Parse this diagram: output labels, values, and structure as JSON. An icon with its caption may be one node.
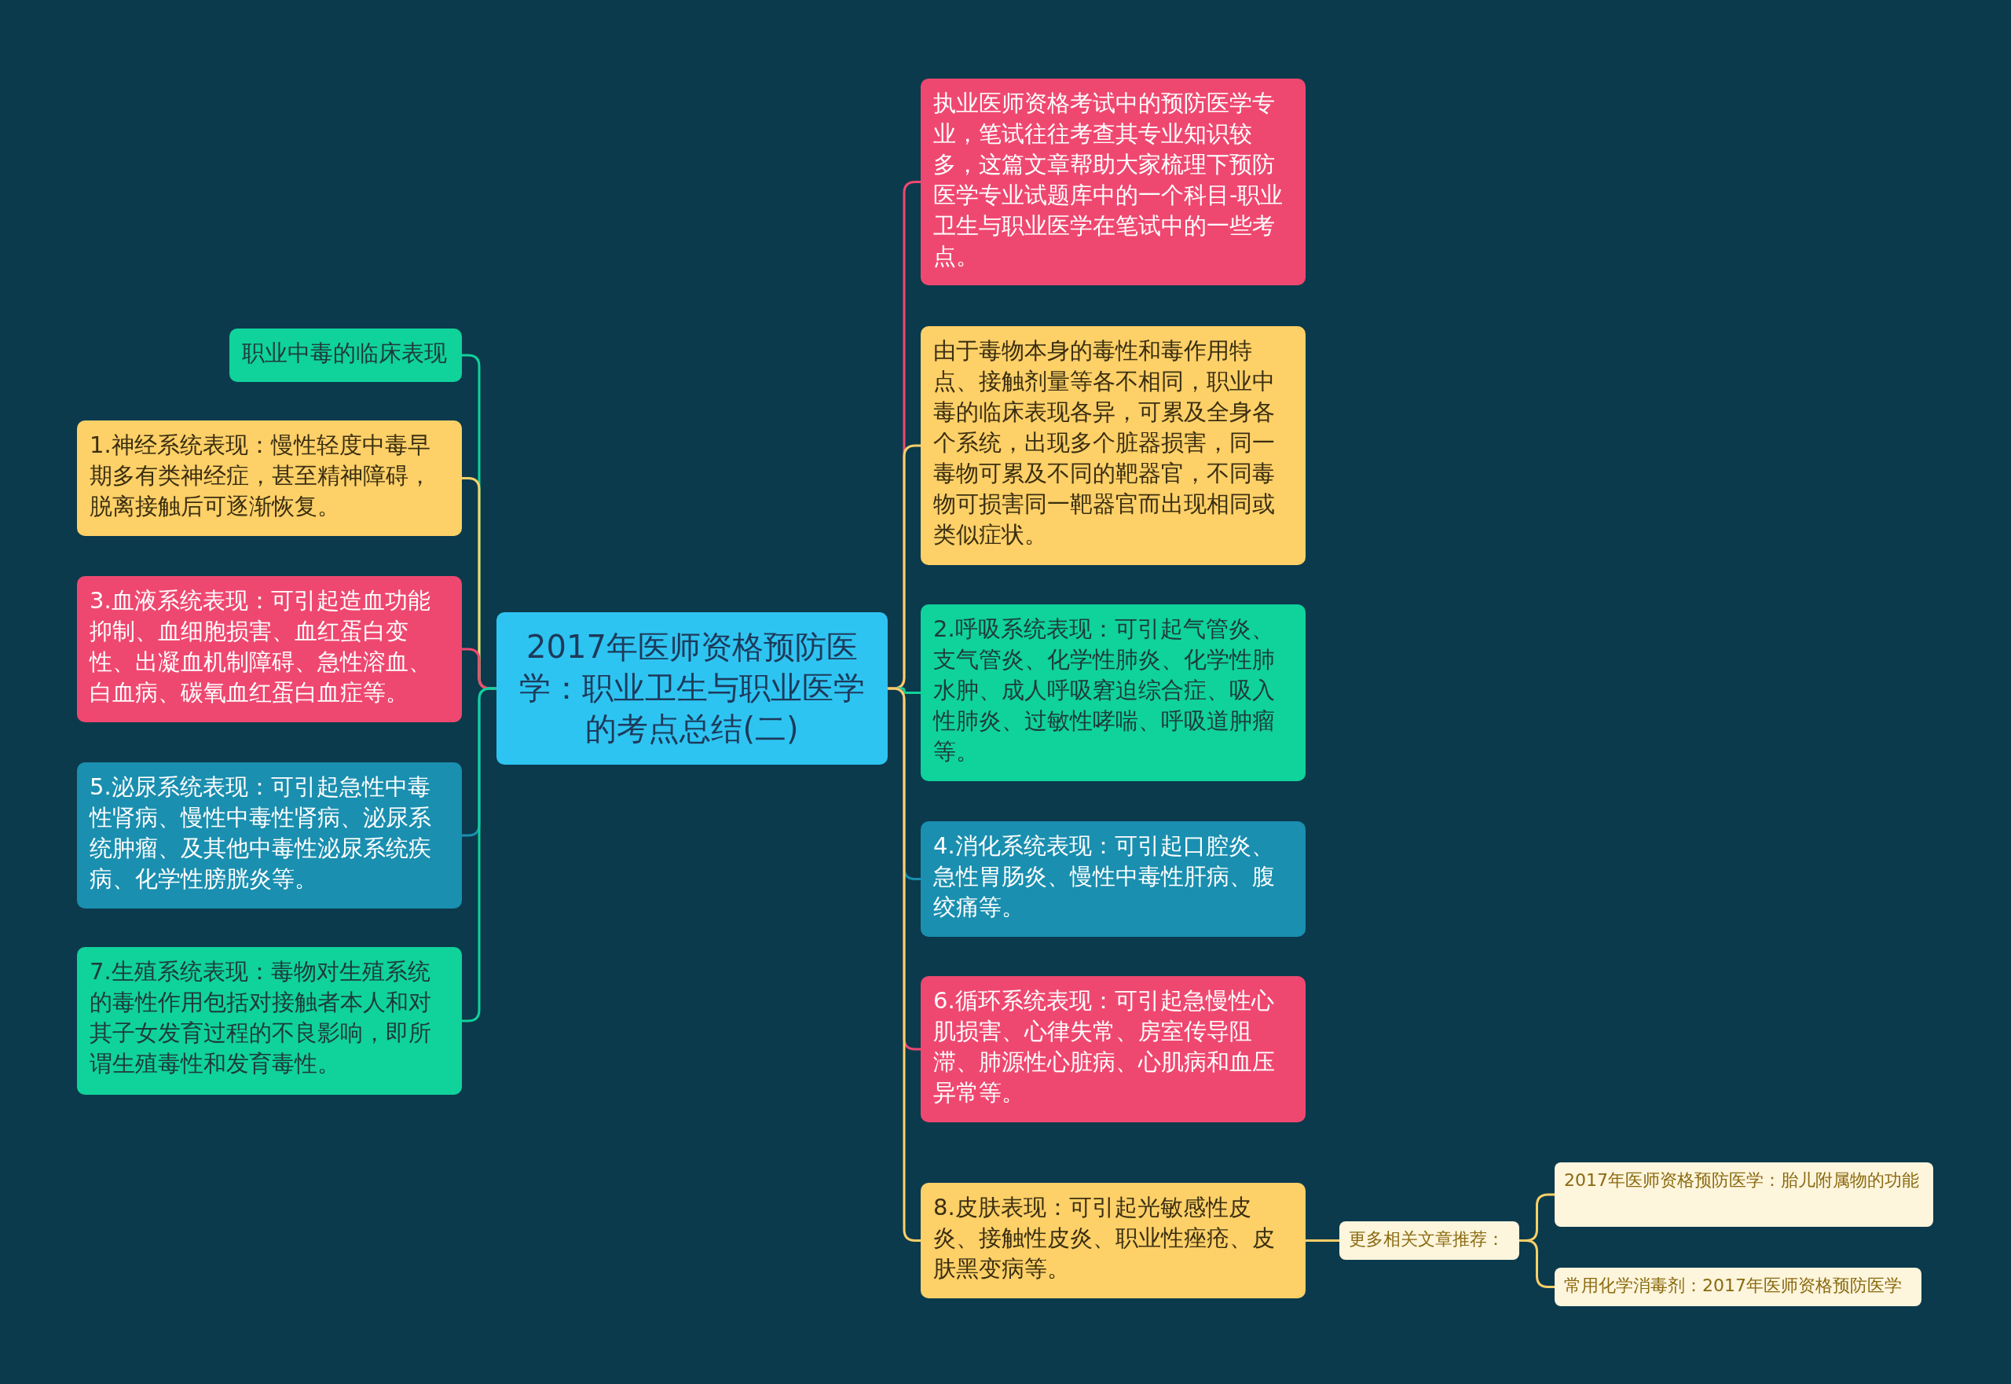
{
  "diagram": {
    "nodes": [
      {
        "text": [
          "2017年医师资格预防医学：职业卫生与职业医学的考点总结(二)"
        ]
      },
      {
        "text": [
          "职业中毒的临床表现"
        ]
      },
      {
        "text": [
          "1.神经系统表现：慢性轻度中毒早期多有类神经症，甚至精神障碍，脱离接触后可逐渐恢复。"
        ]
      },
      {
        "text": [
          "3.血液系统表现：可引起造血功能抑制、血细胞损害、血红蛋白变性、出凝血机制障碍、急性溶血、白血病、碳氧血红蛋白血症等。"
        ]
      },
      {
        "text": [
          "5.泌尿系统表现：可引起急性中毒性肾病、慢性中毒性肾病、泌尿系统肿瘤、及其他中毒性泌尿系统疾病、化学性膀胱炎等。"
        ]
      },
      {
        "text": [
          "7.生殖系统表现：毒物对生殖系统的毒性作用包括对接触者本人和对其子女发育过程的不良影响，即所谓生殖毒性和发育毒性。"
        ]
      },
      {
        "text": [
          "执业医师资格考试中的预防医学专业，笔试往往考查其专业知识较多，这篇文章帮助大家梳理下预防医学专业试题库中的一个科目-职业卫生与职业医学在笔试中的一些考点。"
        ]
      },
      {
        "text": [
          "由于毒物本身的毒性和毒作用特点、接触剂量等各不相同，职业中毒的临床表现各异，可累及全身各个系统，出现多个脏器损害，同一毒物可累及不同的靶器官，不同毒物可损害同一靶器官而出现相同或类似症状。"
        ]
      },
      {
        "text": [
          "2.呼吸系统表现：可引起气管炎、支气管炎、化学性肺炎、化学性肺水肿、成人呼吸窘迫综合症、吸入性肺炎、过敏性哮喘、呼吸道肿瘤等。"
        ]
      },
      {
        "text": [
          "4.消化系统表现：可引起口腔炎、急性胃肠炎、慢性中毒性肝病、腹绞痛等。"
        ]
      },
      {
        "text": [
          "6.循环系统表现：可引起急慢性心肌损害、心律失常、房室传导阻滞、肺源性心脏病、心肌病和血压异常等。"
        ]
      },
      {
        "text": [
          "8.皮肤表现：可引起光敏感性皮炎、接触性皮炎、职业性痤疮、皮肤黑变病等。"
        ]
      },
      {
        "text": [
          "更多相关文章推荐："
        ]
      },
      {
        "text": [
          "2017年医师资格预防医学：胎儿附属物的功能"
        ]
      },
      {
        "text": [
          "常用化学消毒剂：2017年医师资格预防医学"
        ]
      }
    ],
    "edges": [
      {
        "from": 0,
        "to": 1,
        "arrow": "none",
        "color": "#10d29b"
      },
      {
        "from": 0,
        "to": 2,
        "arrow": "none",
        "color": "#fdd068"
      },
      {
        "from": 0,
        "to": 3,
        "arrow": "none",
        "color": "#ef4870"
      },
      {
        "from": 0,
        "to": 4,
        "arrow": "none",
        "color": "#1a8fb0"
      },
      {
        "from": 0,
        "to": 5,
        "arrow": "none",
        "color": "#10d29b"
      },
      {
        "from": 0,
        "to": 6,
        "arrow": "none",
        "color": "#ef4870"
      },
      {
        "from": 0,
        "to": 7,
        "arrow": "none",
        "color": "#fdd068"
      },
      {
        "from": 0,
        "to": 8,
        "arrow": "none",
        "color": "#10d29b"
      },
      {
        "from": 0,
        "to": 9,
        "arrow": "none",
        "color": "#1a8fb0"
      },
      {
        "from": 0,
        "to": 10,
        "arrow": "none",
        "color": "#ef4870"
      },
      {
        "from": 0,
        "to": 11,
        "arrow": "none",
        "color": "#fdd068"
      },
      {
        "from": 11,
        "to": 12,
        "arrow": "none",
        "color": "#fdd068"
      },
      {
        "from": 12,
        "to": 13,
        "arrow": "none",
        "color": "#fdd068"
      },
      {
        "from": 12,
        "to": 14,
        "arrow": "none",
        "color": "#fdd068"
      }
    ]
  }
}
